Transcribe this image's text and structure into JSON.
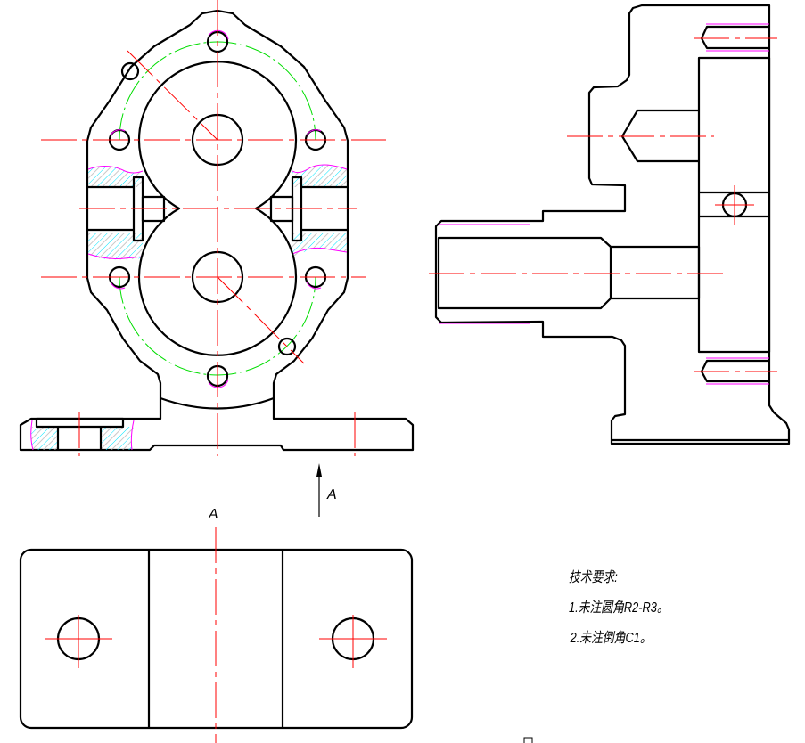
{
  "drawing": {
    "view_labels": {
      "arrow_label": "A",
      "view_title": "A"
    },
    "notes": {
      "title": "技术要求:",
      "items": [
        "1.未注圆角R2-R3。",
        "2.未注倒角C1。"
      ]
    },
    "colors": {
      "outline": "#000000",
      "centerline": "#ff0000",
      "hatch": "#00ffff",
      "thread": "#ff00ff",
      "bolt_circle": "#00dd00"
    }
  }
}
